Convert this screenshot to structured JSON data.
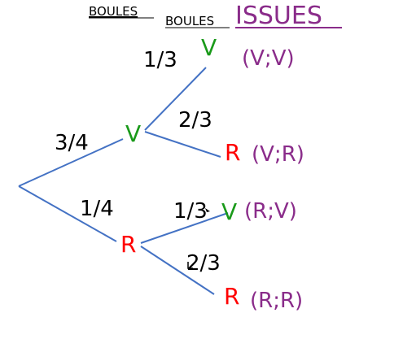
{
  "headers": {
    "col1": "BOULES",
    "col2": "BOULES",
    "col3": "ISSUES"
  },
  "branches": {
    "root_v": "3/4",
    "root_r": "1/4",
    "v_v": "1/3",
    "v_r": "2/3",
    "r_v": "1/3",
    "r_r": "2/3"
  },
  "nodes": {
    "first_v": "V",
    "first_r": "R",
    "vv": "V",
    "vr": "R",
    "rv": "V",
    "rr": "R"
  },
  "issues": {
    "vv": "(V;V)",
    "vr": "(V;R)",
    "rv": "(R;V)",
    "rr": "(R;R)"
  },
  "colors": {
    "branch": "#4472c4",
    "v": "#1a9a1a",
    "r": "#ff0000",
    "issue": "#8a2c8a"
  }
}
